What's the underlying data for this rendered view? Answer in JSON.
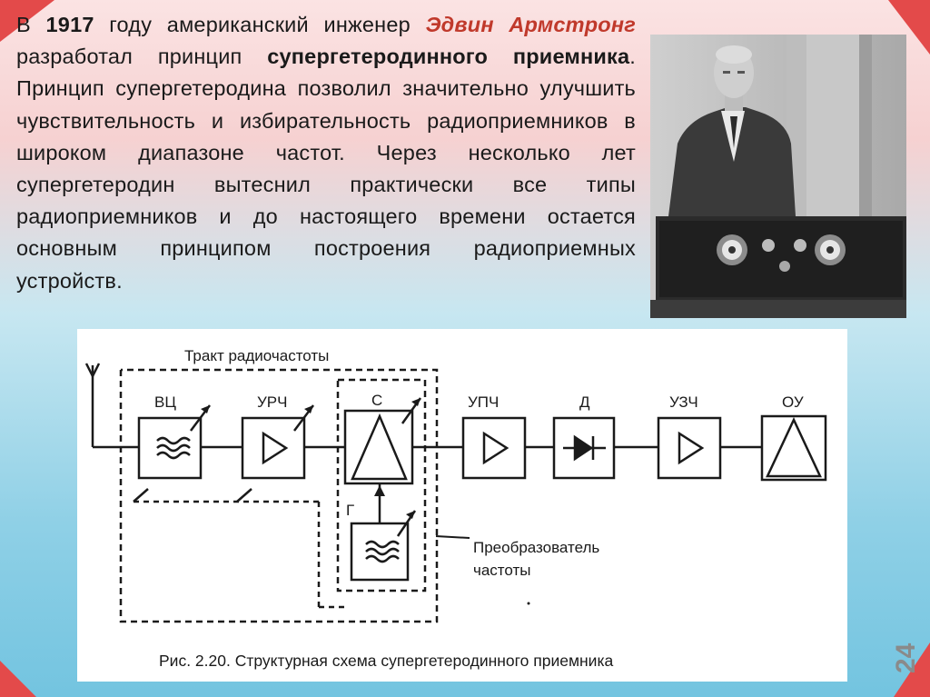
{
  "slide": {
    "text": {
      "p1": "В ",
      "year": "1917",
      "p2": " году американский инженер ",
      "inventor": "Эдвин Армстронг",
      "p3": " разработал принцип ",
      "principle": "супергетеродинного приемника",
      "p4": ". Принцип супергетеродина позволил значительно улучшить чувствительность и избирательность радиоприемников в широком диапазоне частот. Через несколько лет супергетеродин вытеснил практически все типы радиоприемников и до настоящего времени остается основным принципом построения радиоприемных устройств."
    },
    "page_number": "24"
  },
  "diagram": {
    "tract_label": "Тракт радиочастоты",
    "blocks": {
      "vc": "ВЦ",
      "urch": "УРЧ",
      "c": "С",
      "upch": "УПЧ",
      "d": "Д",
      "uzch": "УЗЧ",
      "ou": "ОУ",
      "g": "Г"
    },
    "converter_label_line1": "Преобразователь",
    "converter_label_line2": "частоты",
    "caption": "Рис. 2.20. Структурная схема супергетеродинного приемника"
  }
}
